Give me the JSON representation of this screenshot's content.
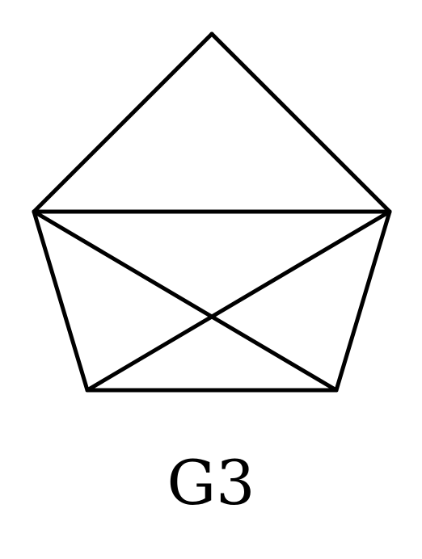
{
  "graph": {
    "label": "G3",
    "line_color": "#000000",
    "background": "#ffffff",
    "vertices": [
      "top",
      "upper-left",
      "upper-right",
      "lower-left",
      "lower-right"
    ],
    "edges": [
      [
        "top",
        "upper-left"
      ],
      [
        "top",
        "upper-right"
      ],
      [
        "upper-left",
        "upper-right"
      ],
      [
        "upper-left",
        "lower-left"
      ],
      [
        "upper-right",
        "lower-right"
      ],
      [
        "lower-left",
        "lower-right"
      ],
      [
        "upper-left",
        "lower-right"
      ],
      [
        "upper-right",
        "lower-left"
      ]
    ]
  }
}
